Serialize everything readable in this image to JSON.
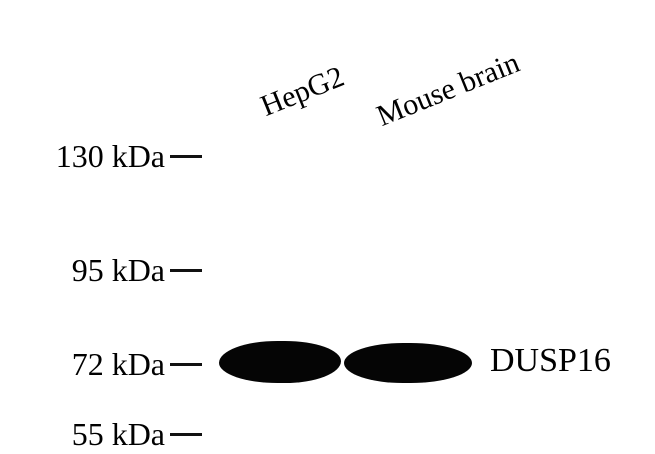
{
  "lanes": [
    {
      "label": "HepG2"
    },
    {
      "label": "Mouse brain"
    }
  ],
  "markers": [
    {
      "label": "130 kDa"
    },
    {
      "label": "95 kDa"
    },
    {
      "label": "72 kDa"
    },
    {
      "label": "55 kDa"
    }
  ],
  "protein": {
    "label": "DUSP16"
  },
  "colors": {
    "background": "#ffffff",
    "band": "#050505",
    "text": "#000000"
  }
}
